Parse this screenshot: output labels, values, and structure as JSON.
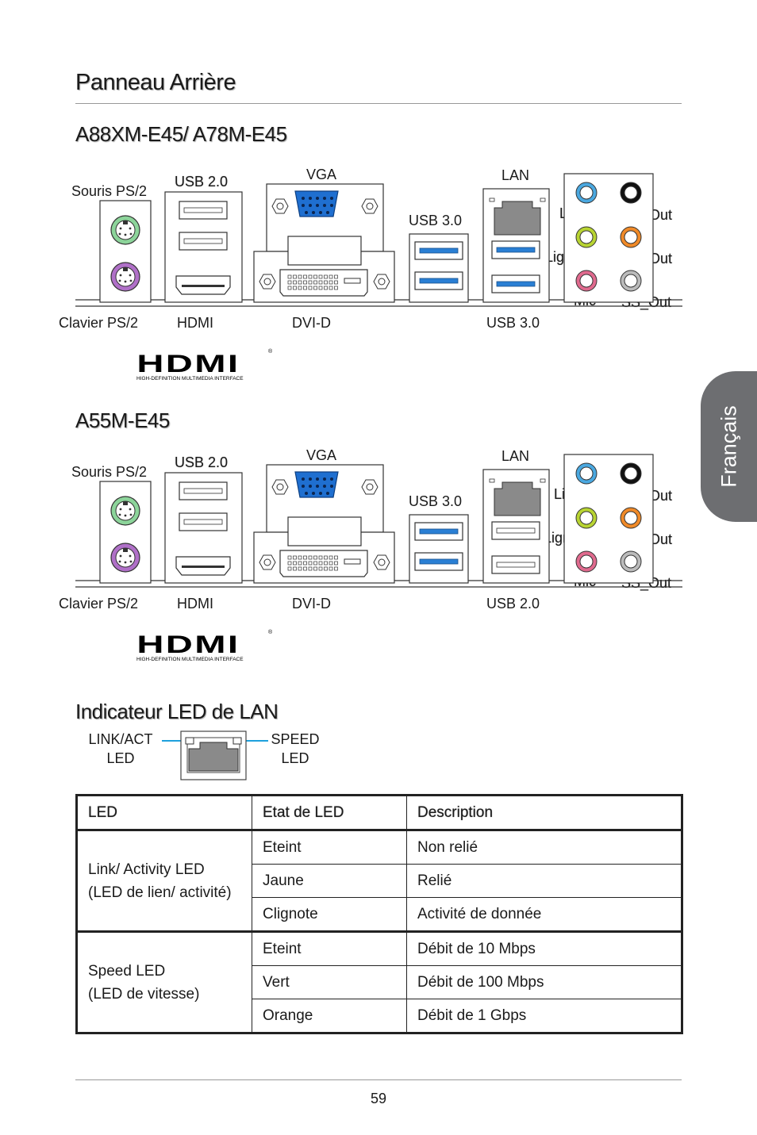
{
  "page": {
    "title": "Panneau Arrière",
    "side_tab": "Français",
    "page_number": "59"
  },
  "panel1": {
    "heading": "A88XM-E45/ A78M-E45",
    "top_labels": {
      "ps2_mouse": "Souris PS/2",
      "usb20": "USB 2.0",
      "vga": "VGA",
      "usb30": "USB 3.0",
      "lan": "LAN"
    },
    "audio_labels": {
      "line_in": "Ligne-In",
      "rs_out": "RS_Out",
      "line_out": "Ligne-Out",
      "cs_out": "CS_Out",
      "mic": "Mic",
      "ss_out": "SS_Out"
    },
    "bottom_labels": {
      "ps2_keyboard": "Clavier PS/2",
      "hdmi": "HDMI",
      "dvi": "DVI-D",
      "usb": "USB 3.0"
    },
    "lan_stack_ports": "usb30"
  },
  "panel2": {
    "heading": "A55M-E45",
    "top_labels": {
      "ps2_mouse": "Souris PS/2",
      "usb20": "USB 2.0",
      "vga": "VGA",
      "usb30": "USB 3.0",
      "lan": "LAN"
    },
    "audio_labels": {
      "line_in": "Ligne-In",
      "rs_out": "RS_Out",
      "line_out": "Ligne-Out",
      "cs_out": "CS_Out",
      "mic": "Mic",
      "ss_out": "SS_Out"
    },
    "bottom_labels": {
      "ps2_keyboard": "Clavier PS/2",
      "hdmi": "HDMI",
      "dvi": "DVI-D",
      "usb": "USB 2.0"
    },
    "lan_stack_ports": "usb20"
  },
  "hdmi_logo": {
    "word": "HDMI",
    "tagline": "HIGH-DEFINITION MULTIMEDIA INTERFACE",
    "mark": "®"
  },
  "lan_led": {
    "heading": "Indicateur LED de LAN",
    "left_label": [
      "LINK/ACT",
      "LED"
    ],
    "right_label": [
      "SPEED",
      "LED"
    ]
  },
  "led_table": {
    "headers": [
      "LED",
      "Etat de LED",
      "Description"
    ],
    "groups": [
      {
        "name": [
          "Link/ Activity LED",
          "(LED de lien/ activité)"
        ],
        "rows": [
          {
            "state": "Eteint",
            "desc": "Non relié"
          },
          {
            "state": "Jaune",
            "desc": "Relié"
          },
          {
            "state": "Clignote",
            "desc": "Activité de donnée"
          }
        ]
      },
      {
        "name": [
          "Speed LED",
          "(LED de vitesse)"
        ],
        "rows": [
          {
            "state": "Eteint",
            "desc": "Débit de 10 Mbps"
          },
          {
            "state": "Vert",
            "desc": "Débit de 100 Mbps"
          },
          {
            "state": "Orange",
            "desc": "Débit de 1 Gbps"
          }
        ]
      }
    ]
  },
  "colors": {
    "usb3_blue": "#2a7fd4",
    "vga_blue": "#1f6fd0",
    "ps2_green": "#8cd49a",
    "ps2_purple": "#b070c8",
    "jack_blue": "#4aa8e0",
    "jack_green": "#b8d432",
    "jack_pink": "#e06a8e",
    "jack_orange": "#f08a28",
    "jack_black": "#111111",
    "jack_gray": "#bbbbbb",
    "led_line": "#1ea0dc",
    "side_tab": "#6d6e71"
  }
}
